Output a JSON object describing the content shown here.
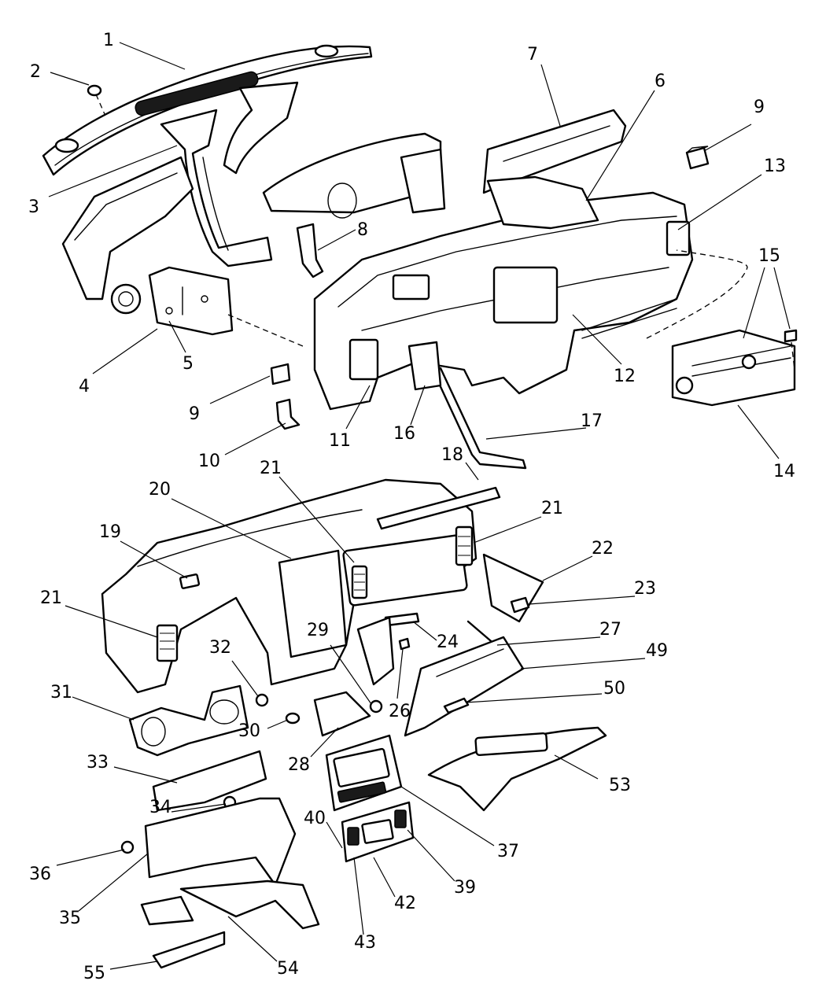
{
  "diagram": {
    "callouts": [
      {
        "id": "c1",
        "label": "1"
      },
      {
        "id": "c2",
        "label": "2"
      },
      {
        "id": "c3",
        "label": "3"
      },
      {
        "id": "c4",
        "label": "4"
      },
      {
        "id": "c5",
        "label": "5"
      },
      {
        "id": "c6",
        "label": "6"
      },
      {
        "id": "c7",
        "label": "7"
      },
      {
        "id": "c8",
        "label": "8"
      },
      {
        "id": "c9a",
        "label": "9"
      },
      {
        "id": "c9b",
        "label": "9"
      },
      {
        "id": "c10",
        "label": "10"
      },
      {
        "id": "c11",
        "label": "11"
      },
      {
        "id": "c12",
        "label": "12"
      },
      {
        "id": "c13",
        "label": "13"
      },
      {
        "id": "c14",
        "label": "14"
      },
      {
        "id": "c15",
        "label": "15"
      },
      {
        "id": "c16",
        "label": "16"
      },
      {
        "id": "c17",
        "label": "17"
      },
      {
        "id": "c18",
        "label": "18"
      },
      {
        "id": "c19",
        "label": "19"
      },
      {
        "id": "c20",
        "label": "20"
      },
      {
        "id": "c21a",
        "label": "21"
      },
      {
        "id": "c21b",
        "label": "21"
      },
      {
        "id": "c21c",
        "label": "21"
      },
      {
        "id": "c22",
        "label": "22"
      },
      {
        "id": "c23",
        "label": "23"
      },
      {
        "id": "c24",
        "label": "24"
      },
      {
        "id": "c26",
        "label": "26"
      },
      {
        "id": "c27",
        "label": "27"
      },
      {
        "id": "c28",
        "label": "28"
      },
      {
        "id": "c29",
        "label": "29"
      },
      {
        "id": "c30",
        "label": "30"
      },
      {
        "id": "c31",
        "label": "31"
      },
      {
        "id": "c32",
        "label": "32"
      },
      {
        "id": "c33",
        "label": "33"
      },
      {
        "id": "c34",
        "label": "34"
      },
      {
        "id": "c35",
        "label": "35"
      },
      {
        "id": "c36",
        "label": "36"
      },
      {
        "id": "c37",
        "label": "37"
      },
      {
        "id": "c39",
        "label": "39"
      },
      {
        "id": "c40",
        "label": "40"
      },
      {
        "id": "c42",
        "label": "42"
      },
      {
        "id": "c43",
        "label": "43"
      },
      {
        "id": "c49",
        "label": "49"
      },
      {
        "id": "c50",
        "label": "50"
      },
      {
        "id": "c53",
        "label": "53"
      },
      {
        "id": "c54",
        "label": "54"
      },
      {
        "id": "c55",
        "label": "55"
      }
    ]
  }
}
